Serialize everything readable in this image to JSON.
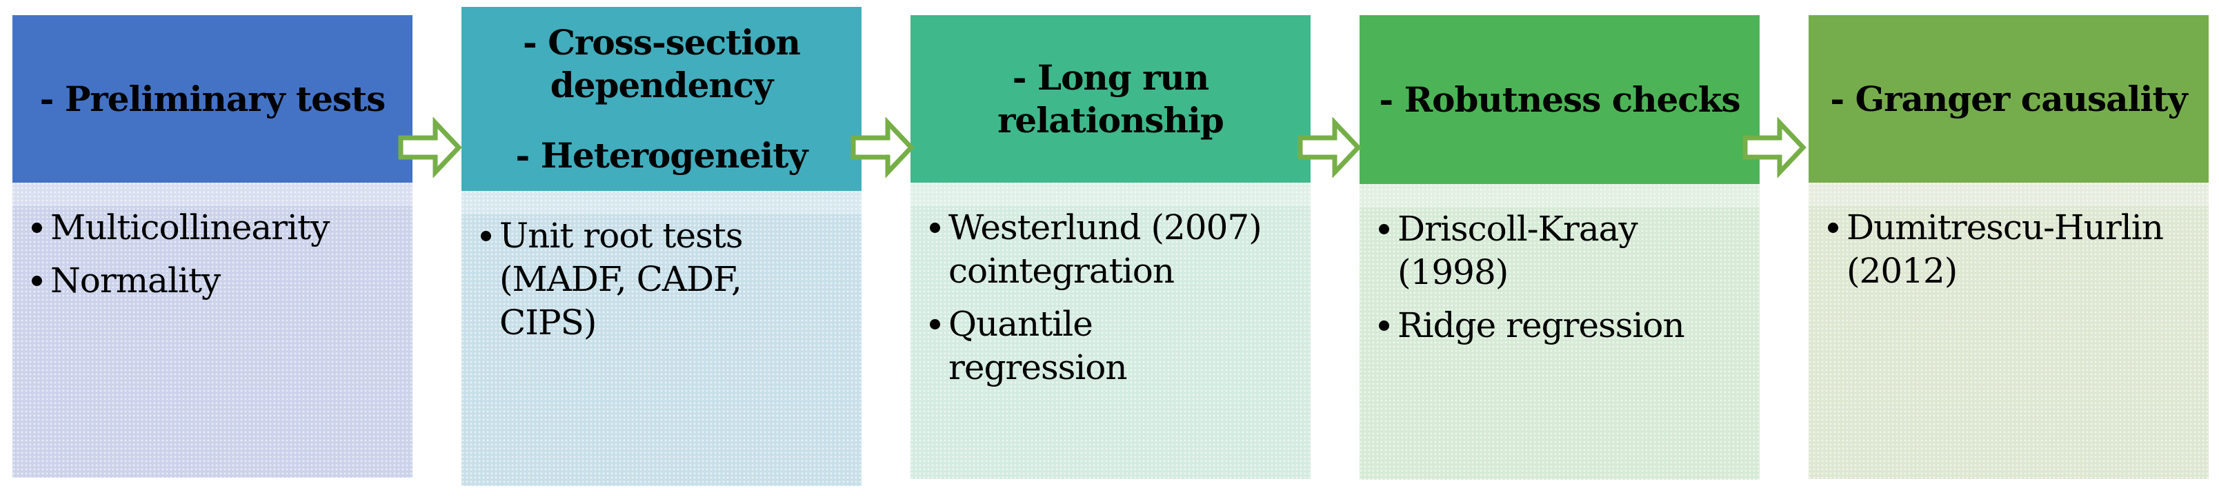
{
  "diagram": {
    "title": "Econometric methodology flowchart",
    "arrow_color": "#76AE48",
    "arrow_fill": "#ffffff",
    "stages": [
      {
        "id": "preliminary-tests",
        "header_color": "#4473C6",
        "body_color": "#CBD2EA",
        "header_items": [
          [
            "- Preliminary tests"
          ]
        ],
        "bullets": [
          [
            "Multicollinearity"
          ],
          [
            "Normality"
          ]
        ]
      },
      {
        "id": "cross-section-dependency",
        "header_color": "#42ADBC",
        "body_color": "#C8DFE9",
        "header_items": [
          [
            "- Cross-section",
            "dependency"
          ],
          [
            "- Heterogeneity"
          ]
        ],
        "bullets": [
          [
            "Unit root tests",
            "(MADF, CADF,",
            "CIPS)"
          ]
        ]
      },
      {
        "id": "long-run-relationship",
        "header_color": "#3FB98C",
        "body_color": "#D4EBE0",
        "header_items": [
          [
            "- Long run",
            "relationship"
          ]
        ],
        "bullets": [
          [
            "Westerlund (2007)",
            "cointegration"
          ],
          [
            "Quantile",
            "regression"
          ]
        ]
      },
      {
        "id": "robustness-checks",
        "header_color": "#4CB456",
        "body_color": "#D6EAD6",
        "header_items": [
          [
            "- Robutness checks"
          ]
        ],
        "bullets": [
          [
            "Driscoll-Kraay",
            "(1998)"
          ],
          [
            "Ridge regression"
          ]
        ]
      },
      {
        "id": "granger-causality",
        "header_color": "#76AD4C",
        "body_color": "#DDE7D1",
        "header_items": [
          [
            "- Granger causality"
          ]
        ],
        "bullets": [
          [
            "Dumitrescu-Hurlin",
            "(2012)"
          ]
        ]
      }
    ]
  }
}
